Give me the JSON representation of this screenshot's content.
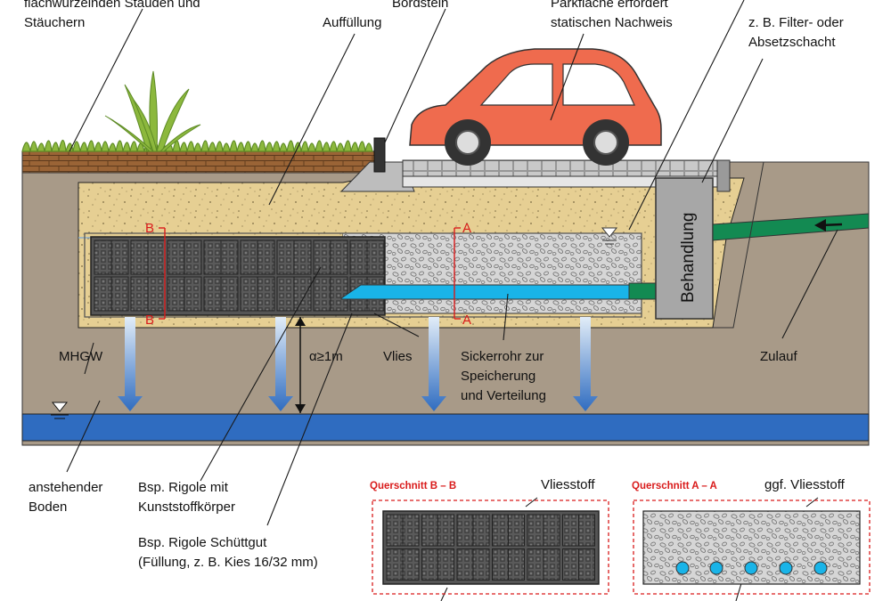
{
  "labels": {
    "plants": [
      "flachwurzelnden Stauden und",
      "Stäuchern"
    ],
    "fill": "Auffüllung",
    "curb": "Bordstein",
    "parking": [
      "Parkfläche erfordert",
      "statischen Nachweis"
    ],
    "filter": [
      "z. B. Filter- oder",
      "Absetzschacht"
    ],
    "treatment": "Behandlung",
    "mhgw": "MHGW",
    "distance": "α≥1m",
    "fleece": "Vlies",
    "pipe": [
      "Sickerrohr zur",
      "Speicherung",
      "und Verteilung"
    ],
    "inflow": "Zulauf",
    "soil": [
      "anstehender",
      "Boden"
    ],
    "rigole_plastic": [
      "Bsp. Rigole mit",
      "Kunststoffkörper"
    ],
    "rigole_gravel": [
      "Bsp. Rigole Schüttgut",
      "(Füllung, z. B. Kies 16/32 mm)"
    ],
    "section_b": "Querschnitt B – B",
    "section_b_fleece": "Vliesstoff",
    "section_a": "Querschnitt A – A",
    "section_a_fleece": "ggf. Vliesstoff",
    "marker_b_top": "B",
    "marker_b_bottom": "B",
    "marker_a_top": "A",
    "marker_a_bottom": "A"
  },
  "colors": {
    "soil": "#a89a88",
    "fill_sand": "#e6cf93",
    "groundwater": "#2f6cc0",
    "pipe_blue": "#19b4e8",
    "inflow_pipe": "#138a52",
    "car": "#ef6b4e",
    "plastic_crate": "#555555",
    "gravel": "#d4d4d4",
    "treatment_box": "#a7a7a7",
    "section_red": "#d91b1b",
    "brick": "#9a6436",
    "grass": "#8cb83d"
  }
}
